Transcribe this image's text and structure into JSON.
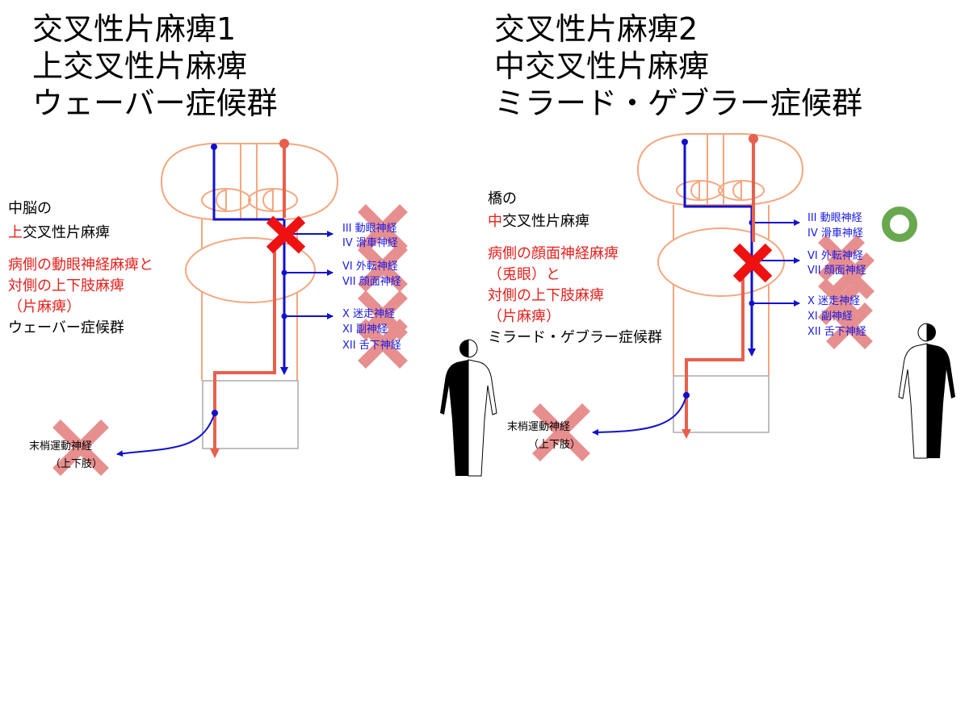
{
  "left": {
    "title": [
      "交叉性片麻痺1",
      "上交叉性片麻痺",
      "ウェーバー症候群"
    ],
    "region_prefix": "中脳の",
    "region_highlight": "上",
    "region_rest": "交叉性片麻痺",
    "symptoms": [
      "病側の動眼神経麻痺と",
      "対側の上下肢麻痺",
      "（片麻痺）"
    ],
    "syndrome_name": "ウェーバー症候群",
    "nerves_top": [
      "III 動眼神経",
      "IV 滑車神経"
    ],
    "nerves_mid": [
      "VI 外転神経",
      "VII 顔面神経"
    ],
    "nerves_low": [
      "X 迷走神経",
      "XI 副神経",
      "XII 舌下神経"
    ],
    "peripheral": [
      "末梢運動神経",
      "（上下肢）"
    ]
  },
  "right": {
    "title": [
      "交叉性片麻痺2",
      "中交叉性片麻痺",
      "ミラード・ゲブラー症候群"
    ],
    "region_prefix": "橋の",
    "region_highlight": "中",
    "region_rest": "交叉性片麻痺",
    "symptoms": [
      "病側の顔面神経麻痺",
      "（兎眼）と",
      "対側の上下肢麻痺",
      "（片麻痺）"
    ],
    "syndrome_name": "ミラード・ゲブラー症候群",
    "nerves_top": [
      "III 動眼神経",
      "IV 滑車神経"
    ],
    "nerves_mid": [
      "VI 外転神経",
      "VII 顔面神経"
    ],
    "nerves_low": [
      "X 迷走神経",
      "XI 副神経",
      "XII 舌下神経"
    ],
    "peripheral": [
      "末梢運動神経",
      "（上下肢）"
    ]
  },
  "colors": {
    "brain_outline": "#f4a77f",
    "motor_tract": "#e8604c",
    "nerve_path": "#1111cc",
    "lesion_x": "#ee1111",
    "affected_x": "#e06a6a",
    "symptom_text": "#e8201c",
    "normal_ring": "#6aa84f",
    "spinal_outline": "#aaaaaa"
  }
}
